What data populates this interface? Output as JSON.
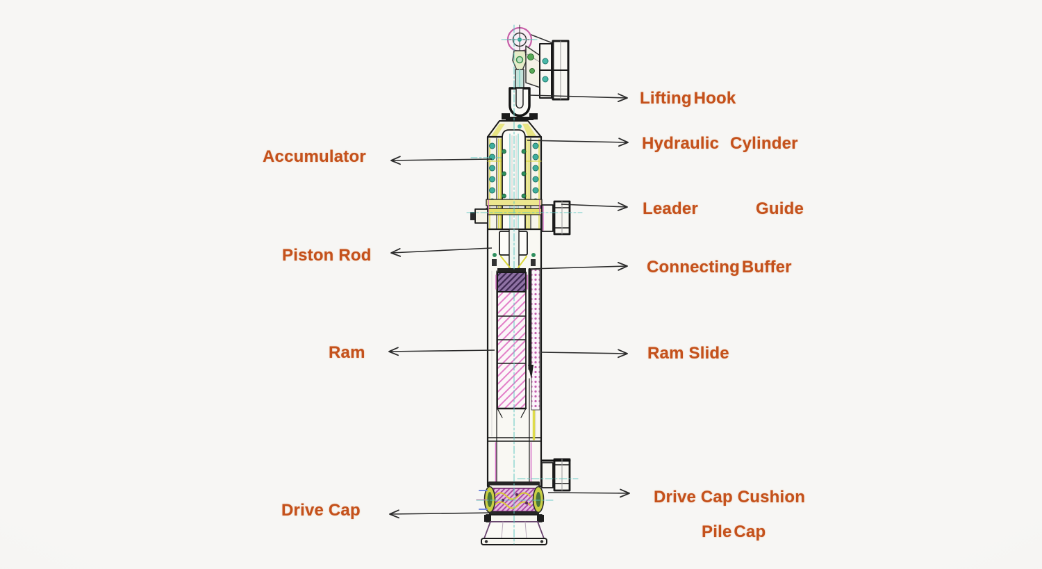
{
  "diagram": {
    "subject": "hydraulic-pile-hammer-cross-section",
    "labels": {
      "lifting_hook": "Lifting Hook",
      "hydraulic_cylinder": "Hydraulic Cylinder",
      "accumulator": "Accumulator",
      "leader": "Leader",
      "guide": "Guide",
      "piston_rod": "Piston Rod",
      "connecting_buffer": "Connecting Buffer",
      "ram": "Ram",
      "ram_slide": "Ram Slide",
      "drive_cap": "Drive Cap",
      "drive_cap_cushion": "Drive Cap Cushion",
      "pile_cap": "Pile Cap"
    },
    "colors": {
      "label_text": "#c4511c",
      "leader_line": "#2b2b2b",
      "centerline_cyan": "#5ec8c2",
      "hatch_pink": "#e27fc8",
      "cushion_magenta": "#a643a0",
      "accent_yellow": "#d9d434",
      "accent_green": "#2f8f5e",
      "accent_teal": "#3fae9e",
      "hook_ring_magenta": "#c75fa8",
      "outline_black": "#1d1d1d",
      "background": "#f3f2f0"
    }
  }
}
